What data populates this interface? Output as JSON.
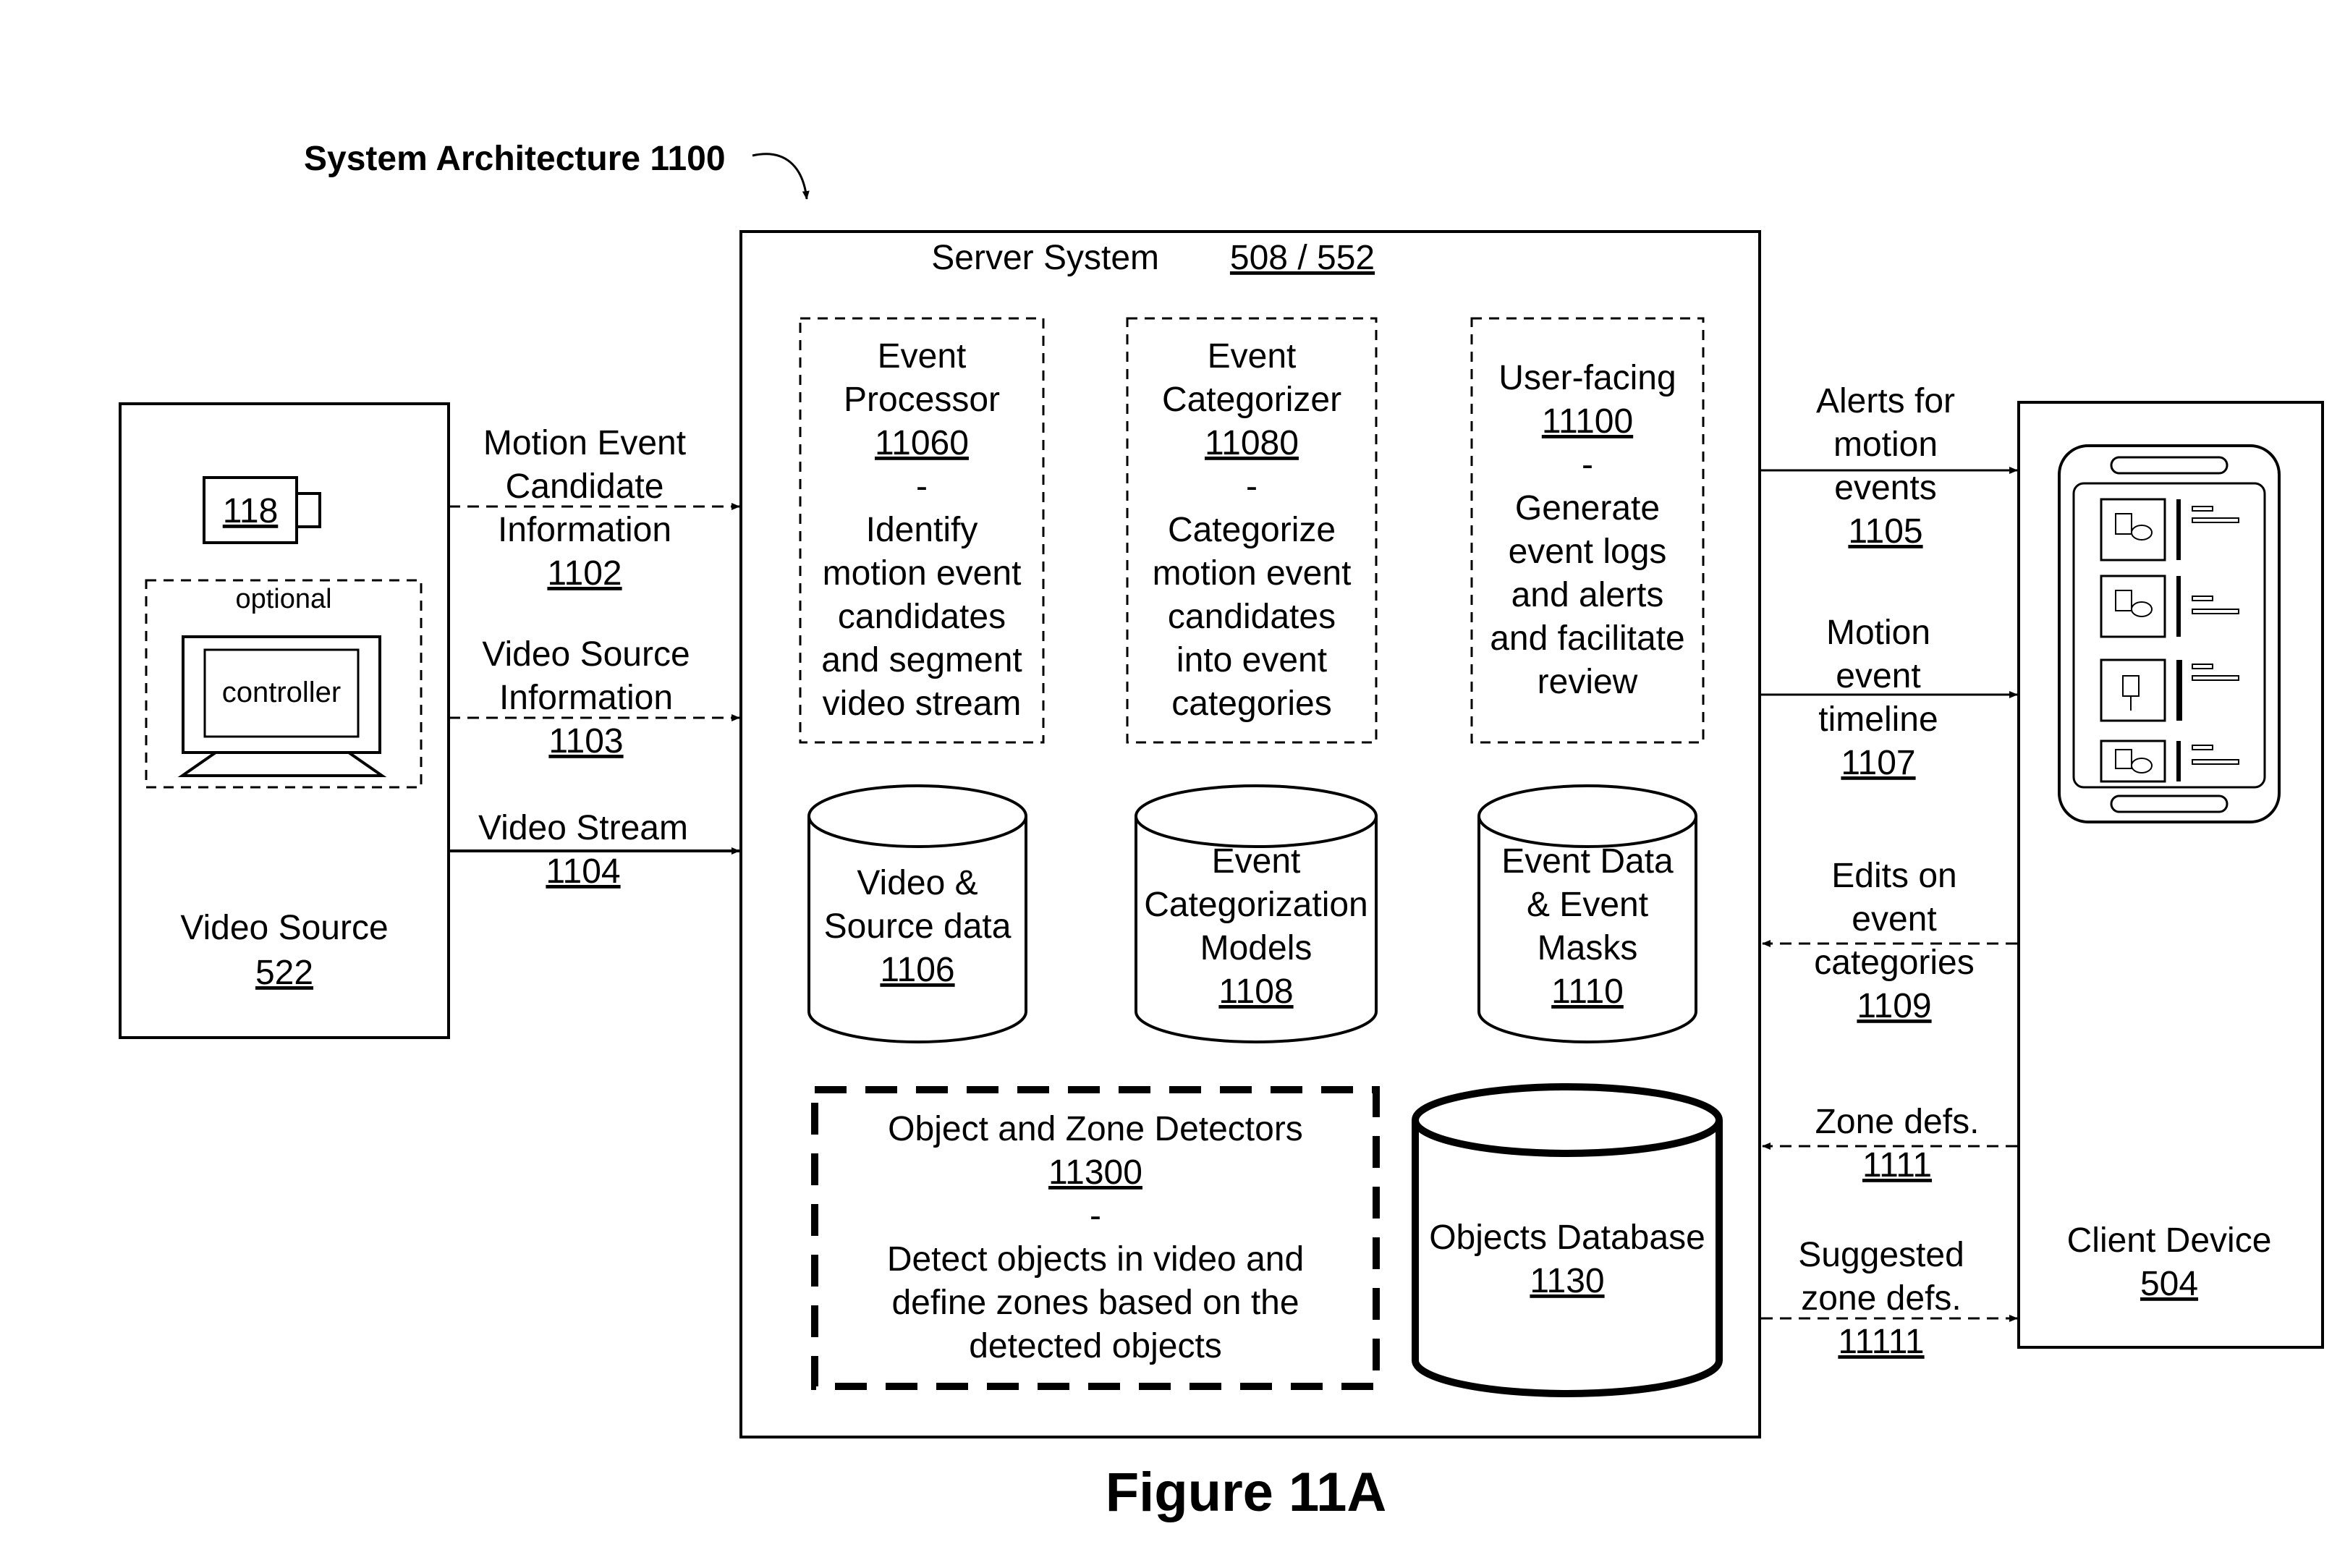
{
  "title": "System Architecture 1100",
  "figure_caption": "Figure 11A",
  "video_source": {
    "camera_ref": "118",
    "optional_label": "optional",
    "controller_label": "controller",
    "name": "Video Source",
    "ref": "522"
  },
  "server": {
    "title": "Server System",
    "ref": "508 / 552",
    "event_processor": {
      "lines": [
        "Event",
        "Processor"
      ],
      "ref": "11060",
      "dash": "-",
      "desc": [
        "Identify",
        "motion event",
        "candidates",
        "and segment",
        "video stream"
      ]
    },
    "event_categorizer": {
      "lines": [
        "Event",
        "Categorizer"
      ],
      "ref": "11080",
      "dash": "-",
      "desc": [
        "Categorize",
        "motion event",
        "candidates",
        "into event",
        "categories"
      ]
    },
    "user_facing": {
      "lines": [
        "User-facing"
      ],
      "ref": "11100",
      "dash": "-",
      "desc": [
        "Generate",
        "event logs",
        "and alerts",
        "and facilitate",
        "review"
      ]
    },
    "video_source_data": {
      "lines": [
        "Video &",
        "Source data"
      ],
      "ref": "1106"
    },
    "event_categorization_models": {
      "lines": [
        "Event",
        "Categorization",
        "Models"
      ],
      "ref": "1108"
    },
    "event_data_masks": {
      "lines": [
        "Event Data",
        "& Event",
        "Masks"
      ],
      "ref": "1110"
    },
    "object_zone_detectors": {
      "lines": [
        "Object and Zone Detectors"
      ],
      "ref": "11300",
      "dash": "-",
      "desc": [
        "Detect objects in video and",
        "define zones based on the",
        "detected objects"
      ]
    },
    "objects_database": {
      "lines": [
        "Objects Database"
      ],
      "ref": "1130"
    }
  },
  "left_flows": [
    {
      "lines": [
        "Motion Event",
        "Candidate",
        "Information"
      ],
      "ref": "1102",
      "style": "dashed"
    },
    {
      "lines": [
        "Video Source",
        "Information"
      ],
      "ref": "1103",
      "style": "dashed"
    },
    {
      "lines": [
        "Video Stream"
      ],
      "ref": "1104",
      "style": "solid"
    }
  ],
  "right_flows": [
    {
      "lines": [
        "Alerts for",
        "motion",
        "events"
      ],
      "ref": "1105",
      "direction": "to-client",
      "style": "solid"
    },
    {
      "lines": [
        "Motion",
        "event",
        "timeline"
      ],
      "ref": "1107",
      "direction": "to-client",
      "style": "solid"
    },
    {
      "lines": [
        "Edits on",
        "event",
        "categories"
      ],
      "ref": "1109",
      "direction": "to-server",
      "style": "dashed"
    },
    {
      "lines": [
        "Zone defs."
      ],
      "ref": "1111",
      "direction": "to-server",
      "style": "dashed"
    },
    {
      "lines": [
        "Suggested",
        "zone defs."
      ],
      "ref": "11111",
      "direction": "to-client",
      "style": "dashed"
    }
  ],
  "client_device": {
    "name": "Client Device",
    "ref": "504"
  }
}
